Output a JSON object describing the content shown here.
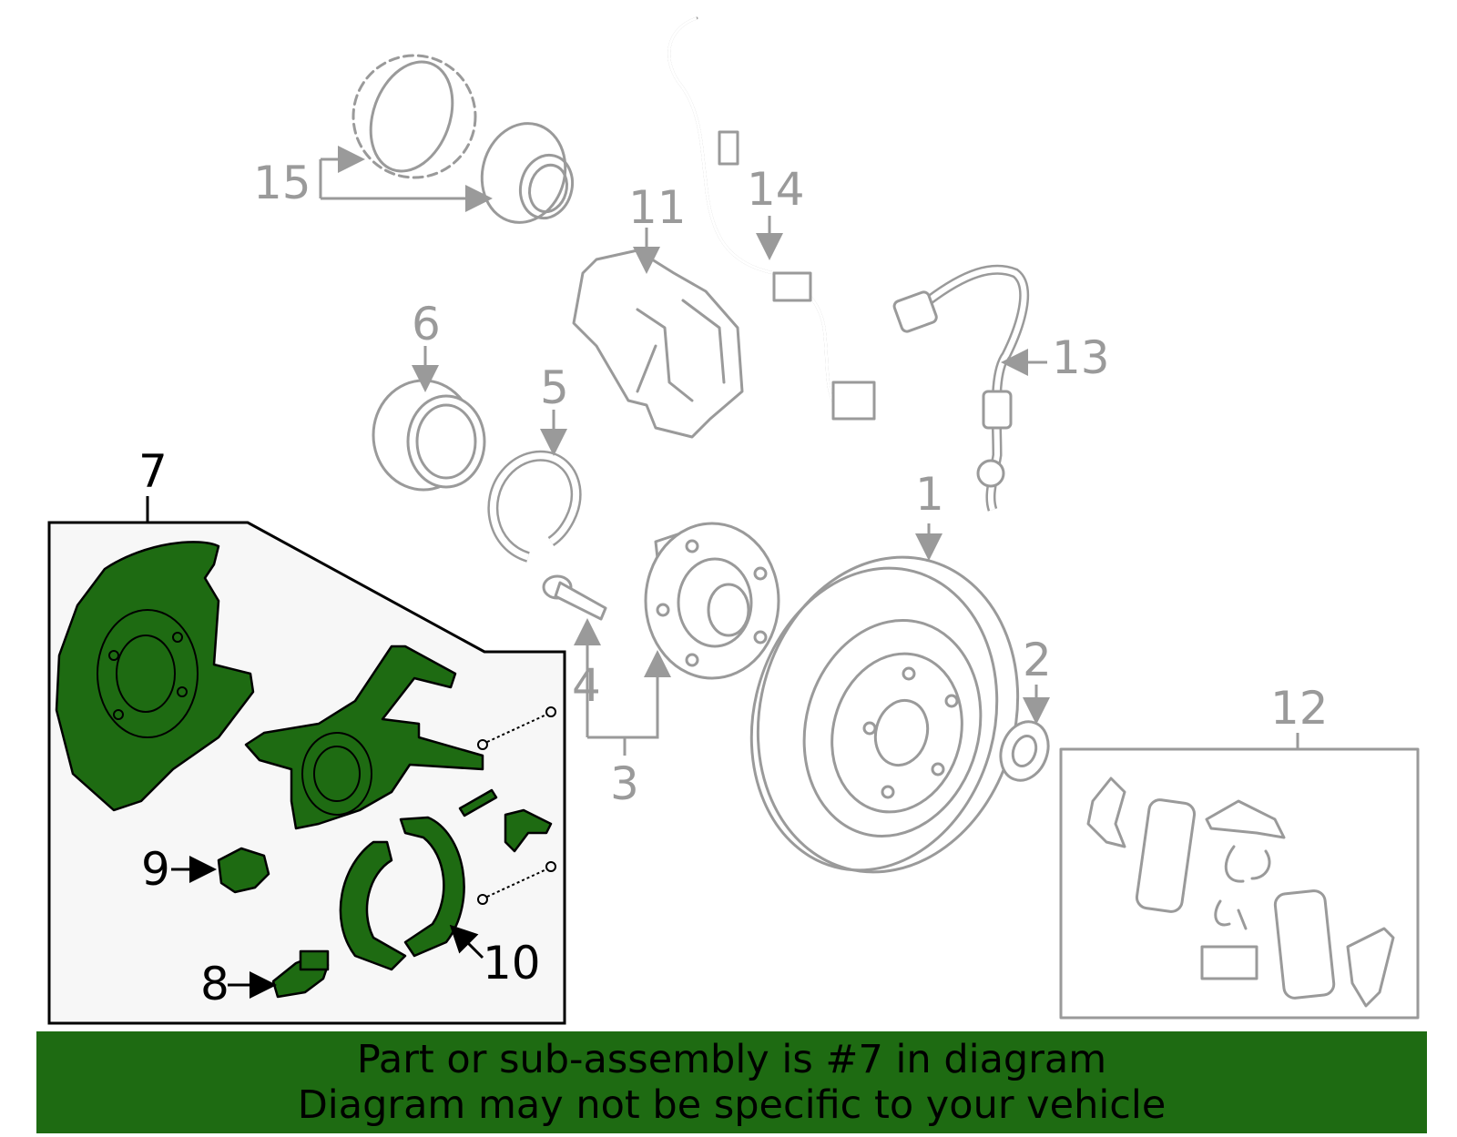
{
  "callouts": {
    "c1": "1",
    "c2": "2",
    "c3": "3",
    "c4": "4",
    "c5": "5",
    "c6": "6",
    "c7": "7",
    "c8": "8",
    "c9": "9",
    "c10": "10",
    "c11": "11",
    "c12": "12",
    "c13": "13",
    "c14": "14",
    "c15": "15"
  },
  "highlight": {
    "part": "7",
    "color": "#1e6b12"
  },
  "banner": {
    "line1": "Part or sub-assembly is #7 in diagram",
    "line2": "Diagram may not be specific to your vehicle"
  }
}
